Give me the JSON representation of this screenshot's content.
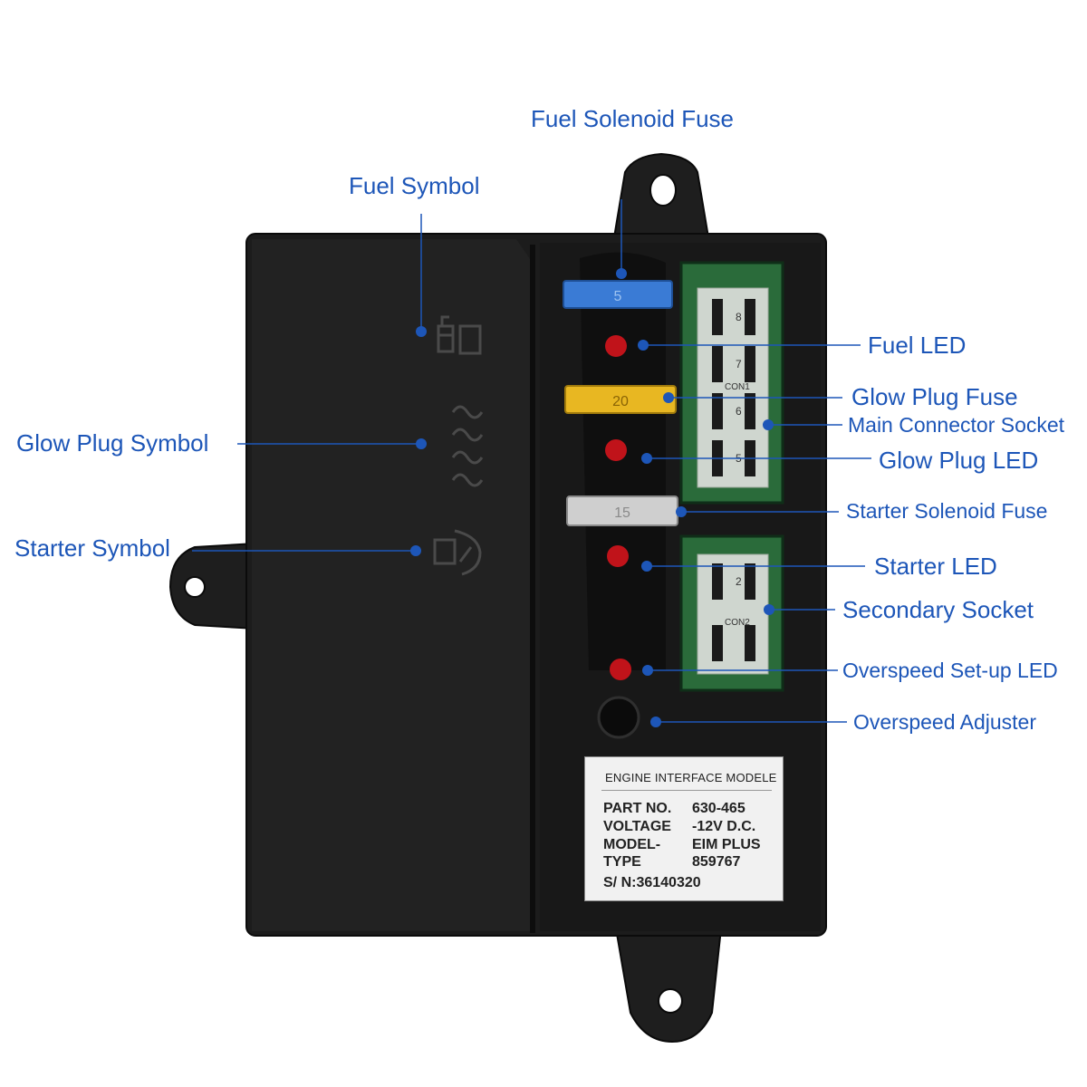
{
  "callouts": {
    "fuel_solenoid_fuse": "Fuel Solenoid Fuse",
    "fuel_symbol": "Fuel Symbol",
    "fuel_led": "Fuel LED",
    "glow_plug_fuse": "Glow Plug Fuse",
    "main_connector_socket": "Main Connector Socket",
    "glow_plug_symbol": "Glow Plug Symbol",
    "glow_plug_led": "Glow Plug LED",
    "starter_solenoid_fuse": "Starter Solenoid Fuse",
    "starter_symbol": "Starter Symbol",
    "starter_led": "Starter LED",
    "secondary_socket": "Secondary Socket",
    "overspeed_setup_led": "Overspeed Set-up LED",
    "overspeed_adjuster": "Overspeed Adjuster"
  },
  "nameplate": {
    "header": "ENGINE INTERFACE MODELE",
    "rows": [
      {
        "label": "PART NO.",
        "value": "630-465"
      },
      {
        "label": "VOLTAGE",
        "value": "-12V D.C."
      },
      {
        "label": "MODEL-",
        "value": "EIM PLUS"
      },
      {
        "label": "TYPE",
        "value": "859767"
      }
    ],
    "serial": "S/ N:36140320"
  },
  "fuses": {
    "fuel_solenoid_rating": "5",
    "glow_plug_rating": "20",
    "starter_solenoid_rating": "15"
  },
  "connectors": {
    "main_pins": [
      "8",
      "7",
      "6",
      "5"
    ],
    "main_label": "CON1",
    "secondary_pins": [
      "2"
    ],
    "secondary_label": "CON2"
  },
  "colors": {
    "callout": "#1d56b8",
    "housing": "#1c1c1c",
    "led": "#c0131a",
    "fuel_fuse": "#3a7bd5",
    "glow_fuse": "#e8b722",
    "starter_fuse": "#cfcfcf",
    "pcb": "#2a6b3a"
  }
}
